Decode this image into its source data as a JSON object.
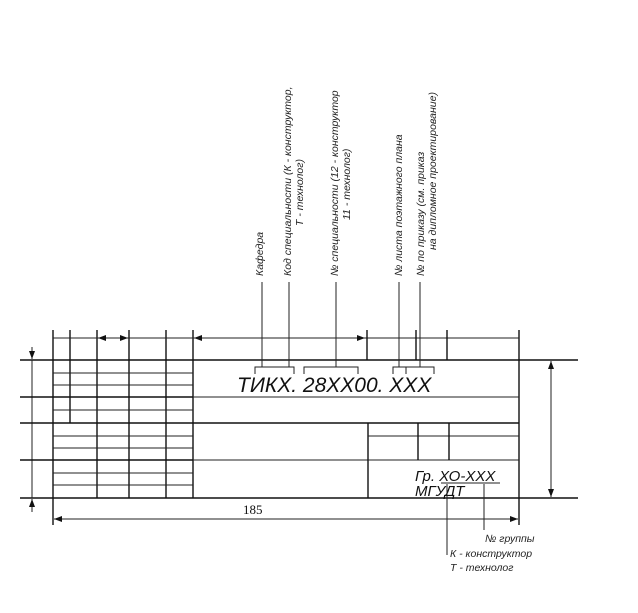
{
  "designation": "ТИКХ. 28ХХ00. ХХХ",
  "group": "Гр. ХО-ХХХ",
  "university": "МГУДТ",
  "dimension_width": "185",
  "callouts_top": [
    {
      "line1": "Кафедра",
      "line2": ""
    },
    {
      "line1": "Код специальности (К - конструктор,",
      "line2": "Т - технолог)"
    },
    {
      "line1": "№ специальности (12 - конструктор",
      "line2": "11 - технолог)"
    },
    {
      "line1": "№ листа поэтажного плана",
      "line2": ""
    },
    {
      "line1": "№ по приказу (см. приказ",
      "line2": "на дипломное проектирование)"
    }
  ],
  "callouts_bottom": {
    "group_number": "№ группы",
    "designer": "К - конструктор",
    "technologist": "Т - технолог"
  }
}
